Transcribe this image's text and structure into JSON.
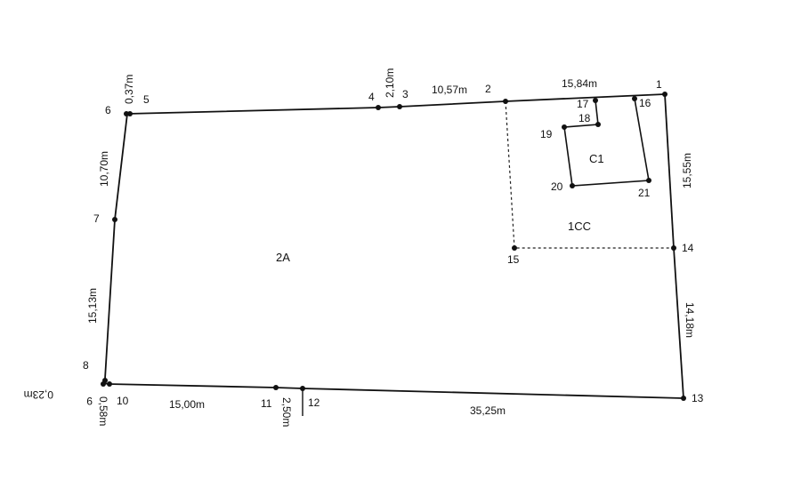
{
  "areas": {
    "main": "2A",
    "corner": "1CC",
    "building": "C1"
  },
  "points": [
    "1",
    "2",
    "3",
    "4",
    "5",
    "6",
    "7",
    "8",
    "9",
    "10",
    "11",
    "12",
    "13",
    "14",
    "15",
    "16",
    "17",
    "18",
    "19",
    "20",
    "21"
  ],
  "dimensions": {
    "top_1_17": "15,84m",
    "top_2_3": "10,57m",
    "top_3_4": "2,10m",
    "top_5_6": "0,37m",
    "left_6_7": "10,70m",
    "left_7_8": "15,13m",
    "left_8_9": "0,23m",
    "bottom_9_10": "0,58m",
    "bottom_10_11": "15,00m",
    "bottom_11_12": "2,50m",
    "bottom_12_13": "35,25m",
    "right_1_14": "15,55m",
    "right_14_13": "14,18m"
  }
}
